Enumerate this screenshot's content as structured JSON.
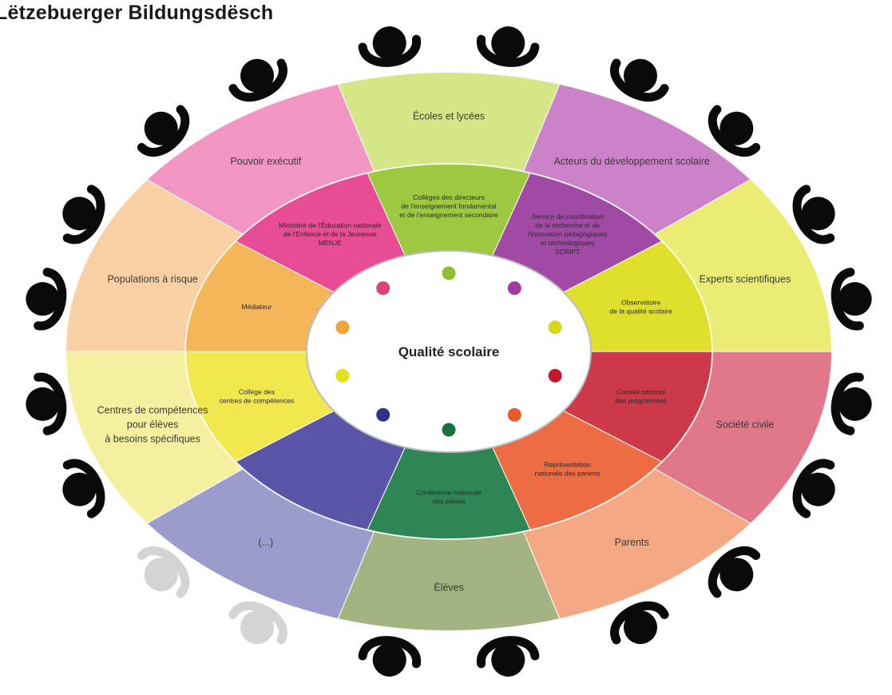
{
  "title": "Lëtzebuerger Bildungsdësch",
  "center": {
    "label": "Qualité scolaire"
  },
  "sectors": [
    {
      "outer": "Écoles et lycées",
      "inner": [
        "Collèges des directeurs",
        "de l'enseignement fondamental",
        "et de l'enseignement secondaire"
      ],
      "outer_color": "#d4e686",
      "inner_color": "#9cc93f",
      "dot_color": "#8fbf2f"
    },
    {
      "outer": "Acteurs du développement scolaire",
      "inner": [
        "Service de coordination",
        "de la recherche et de",
        "l'innovation pédagogiques",
        "et technologiques",
        "SCRIPT"
      ],
      "outer_color": "#cc82c8",
      "inner_color": "#a04aa6",
      "dot_color": "#a13aa0"
    },
    {
      "outer": "Experts scientifiques",
      "inner": [
        "Observatoire",
        "de la qualité scolaire"
      ],
      "outer_color": "#eaec74",
      "inner_color": "#dfe02c",
      "dot_color": "#d8d81a"
    },
    {
      "outer": "Société civile",
      "inner": [
        "Conseil national",
        "des programmes"
      ],
      "outer_color": "#e0788a",
      "inner_color": "#cc3a4a",
      "dot_color": "#c21a2a"
    },
    {
      "outer": "Parents",
      "inner": [
        "Représentation",
        "nationale des parents"
      ],
      "outer_color": "#f5a884",
      "inner_color": "#ee6c44",
      "dot_color": "#ea5a28"
    },
    {
      "outer": "Élèves",
      "inner": [
        "Conférence nationale",
        "des élèves"
      ],
      "outer_color": "#a3b482",
      "inner_color": "#2e8654",
      "dot_color": "#16733e"
    },
    {
      "outer": "(...)",
      "inner": [],
      "outer_color": "#9b9ccc",
      "inner_color": "#5a55a8",
      "dot_color": "#343090"
    },
    {
      "outer": "Centres de compétences\npour élèves\nà besoins spécifiques",
      "inner": [
        "Collège des",
        "centres de compétences"
      ],
      "outer_color": "#f4f0a0",
      "inner_color": "#f1e850",
      "dot_color": "#e2e01a"
    },
    {
      "outer": "Populations à risque",
      "inner": [
        "Médiateur"
      ],
      "outer_color": "#f8d0a4",
      "inner_color": "#f5b65a",
      "dot_color": "#f2a43a"
    },
    {
      "outer": "Pouvoir exécutif",
      "inner": [
        "Ministère de l'Éducation nationale",
        "de l'Enfance et de la Jeunesse",
        "MENJE"
      ],
      "outer_color": "#f296c4",
      "inner_color": "#e84c94",
      "dot_color": "#e0407c"
    }
  ],
  "colors": {
    "person": "#0a0a0a",
    "person_inactive": "#d4d4d4",
    "center_fill": "#ffffff",
    "background": "#ffffff"
  }
}
